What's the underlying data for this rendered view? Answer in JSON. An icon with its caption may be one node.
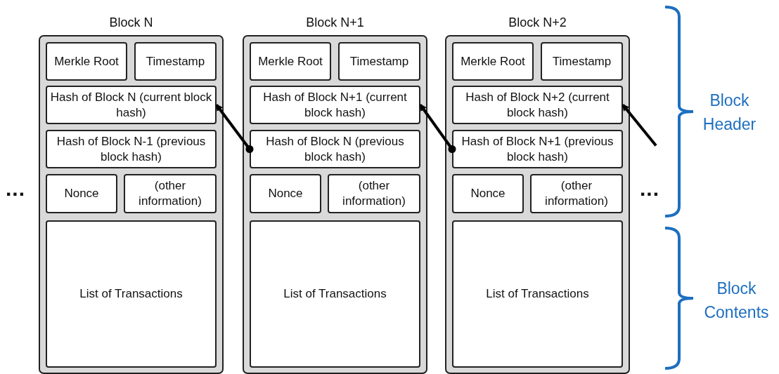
{
  "diagram": {
    "nodes": [
      {
        "text": [
          "Block N"
        ]
      },
      {
        "text": [
          "Merkle Root"
        ],
        "in": 0
      },
      {
        "text": [
          "Timestamp"
        ],
        "in": 0
      },
      {
        "text": [
          "Hash of Block N (current block hash)"
        ],
        "in": 0
      },
      {
        "text": [
          "Hash of Block N-1 (previous block hash)"
        ],
        "in": 0
      },
      {
        "text": [
          "Nonce"
        ],
        "in": 0
      },
      {
        "text": [
          "(other information)"
        ],
        "in": 0
      },
      {
        "text": [
          "List of Transactions"
        ],
        "in": 0
      },
      {
        "text": [
          "Block N+1"
        ]
      },
      {
        "text": [
          "Merkle Root"
        ],
        "in": 8
      },
      {
        "text": [
          "Timestamp"
        ],
        "in": 8
      },
      {
        "text": [
          "Hash of Block N+1 (current block hash)"
        ],
        "in": 8
      },
      {
        "text": [
          "Hash of Block N (previous block hash)"
        ],
        "in": 8
      },
      {
        "text": [
          "Nonce"
        ],
        "in": 8
      },
      {
        "text": [
          "(other information)"
        ],
        "in": 8
      },
      {
        "text": [
          "List of Transactions"
        ],
        "in": 8
      },
      {
        "text": [
          "Block N+2"
        ]
      },
      {
        "text": [
          "Merkle Root"
        ],
        "in": 16
      },
      {
        "text": [
          "Timestamp"
        ],
        "in": 16
      },
      {
        "text": [
          "Hash of Block N+2 (current block hash)"
        ],
        "in": 16
      },
      {
        "text": [
          "Hash of Block N+1 (previous block hash)"
        ],
        "in": 16
      },
      {
        "text": [
          "Nonce"
        ],
        "in": 16
      },
      {
        "text": [
          "(other information)"
        ],
        "in": 16
      },
      {
        "text": [
          "List of Transactions"
        ],
        "in": 16
      }
    ],
    "edges": [
      {
        "from": 12,
        "to": 3,
        "arrow": "to"
      },
      {
        "from": 20,
        "to": 11,
        "arrow": "to"
      },
      {
        "from": null,
        "to": 19,
        "arrow": "to"
      }
    ],
    "labels": [
      "...",
      "...",
      "Block Header",
      "Block Contents"
    ]
  }
}
